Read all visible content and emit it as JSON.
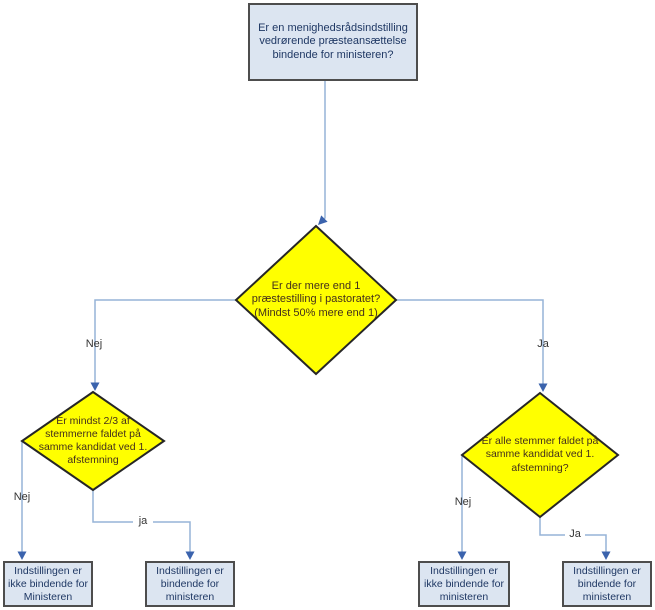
{
  "diagram": {
    "colors": {
      "connector": "#95b3d7",
      "arrowhead": "#3b63ad",
      "decision_fill": "#ffff00",
      "decision_border": "#262626",
      "box_fill": "#dce5f1",
      "box_border": "#4d4d4d",
      "box_text": "#1f3864",
      "decision_text": "#44301c"
    },
    "start": {
      "text": "Er en menighedsrådsindstilling\nvedrørende præsteansættelse\nbindende for ministeren?"
    },
    "decisions": {
      "main": {
        "text": "Er der mere end 1\npræstestilling i pastoratet?\n(Mindst 50% mere end 1)"
      },
      "left": {
        "text": "Er mindst 2/3 af\nstemmerne faldet på\nsamme kandidat ved 1.\nafstemning"
      },
      "right": {
        "text": "Er alle stemmer faldet på\nsamme kandidat ved 1.\nafstemning?"
      }
    },
    "edges": {
      "main_no": "Nej",
      "main_yes": "Ja",
      "left_no": "Nej",
      "left_yes": "ja",
      "right_no": "Nej",
      "right_yes": "Ja"
    },
    "outcomes": {
      "left_no": "Indstillingen er\nikke bindende for\nMinisteren",
      "left_yes": "Indstillingen er\nbindende for\nministeren",
      "right_no": "Indstillingen er\nikke bindende for\nministeren",
      "right_yes": "Indstillingen er\nbindende for\nministeren"
    }
  }
}
